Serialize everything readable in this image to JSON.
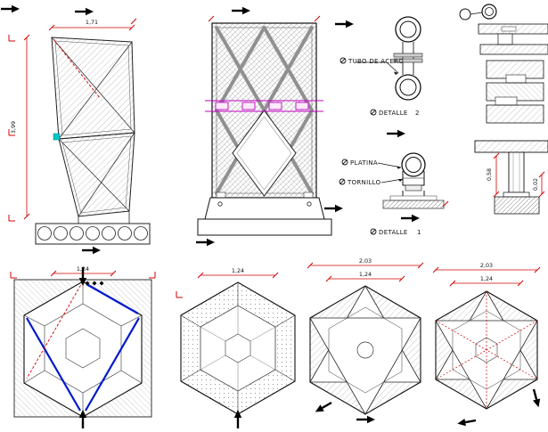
{
  "colors": {
    "ink": "#111111",
    "dimension_red": "#d40000",
    "brace_gray": "#909090",
    "band_magenta": "#c000c0",
    "line_blue": "#0018cc",
    "marker_cyan": "#00c8c8"
  },
  "side_elevation": {
    "dim_width": "1,71",
    "dim_height": "3,99"
  },
  "detail2": {
    "tube_label": "TUBO DE ACERO",
    "title": "DETALLE",
    "number": "2"
  },
  "detail1": {
    "platina_label": "PLATINA",
    "tornillo_label": "TORNILLO",
    "title": "DETALLE",
    "number": "1"
  },
  "joint_section": {
    "dim_height": "0,58",
    "dim_plate": "0,02"
  },
  "plans": {
    "plan1": {
      "dim": "1,24"
    },
    "plan2": {
      "dim": "1,24"
    },
    "plan3": {
      "dim_outer": "2,03",
      "dim_inner": "1,24"
    },
    "plan4": {
      "dim_outer": "2,03",
      "dim_inner": "1,24"
    }
  }
}
